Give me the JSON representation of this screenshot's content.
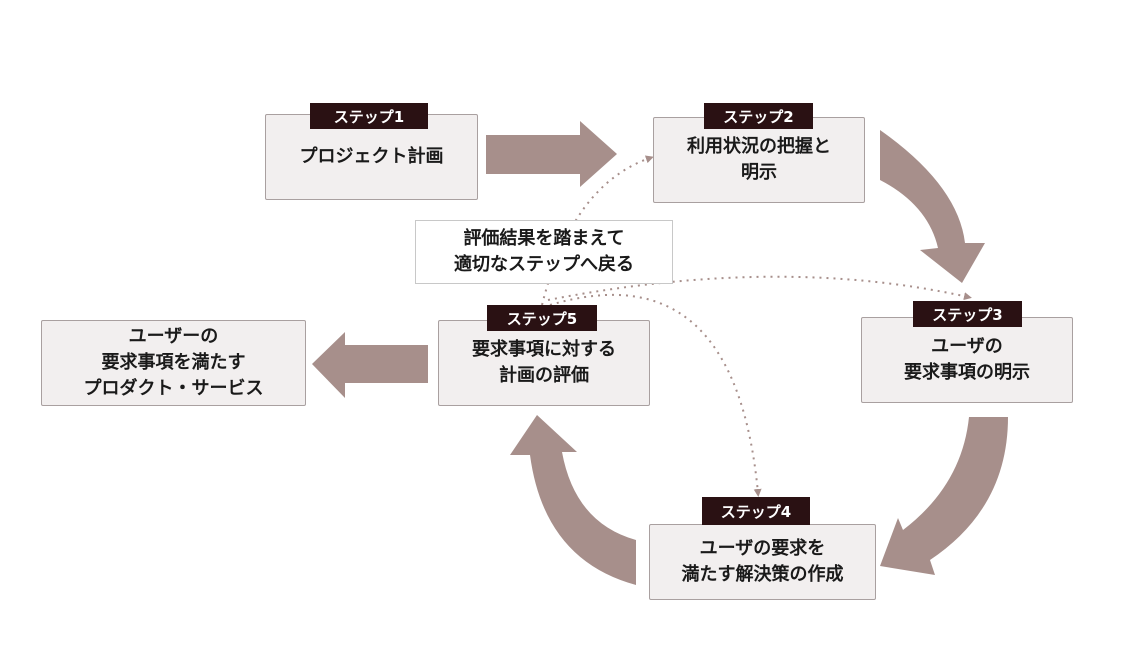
{
  "colors": {
    "arrow": "#a78f8b",
    "tag_bg": "#2a1113",
    "box_bg": "#f2efef",
    "box_border": "#a9a0a0"
  },
  "steps": [
    {
      "tag": "ステップ1",
      "text": "プロジェクト計画"
    },
    {
      "tag": "ステップ2",
      "text": "利用状況の把握と\n明示"
    },
    {
      "tag": "ステップ3",
      "text": "ユーザの\n要求事項の明示"
    },
    {
      "tag": "ステップ4",
      "text": "ユーザの要求を\n満たす解決策の作成"
    },
    {
      "tag": "ステップ5",
      "text": "要求事項に対する\n計画の評価"
    }
  ],
  "outcome": {
    "text": "ユーザーの\n要求事項を満たす\nプロダクト・サービス"
  },
  "feedback": {
    "text": "評価結果を踏まえて\n適切なステップへ戻る"
  }
}
